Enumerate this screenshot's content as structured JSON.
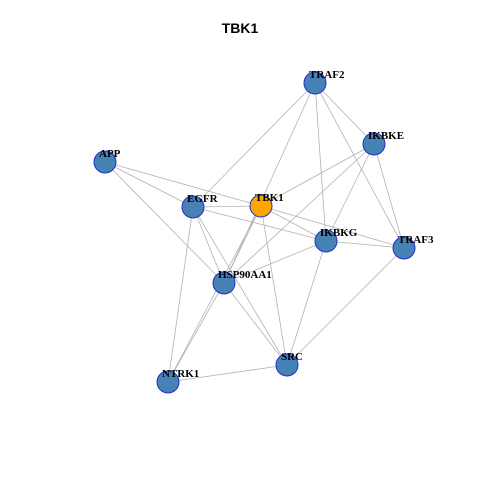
{
  "title": "TBK1",
  "colors": {
    "hub": "#FFA500",
    "node": "#4682B4",
    "node_border": "#1F2FCC",
    "edge": "#B3B3B3"
  },
  "nodes": [
    {
      "id": "TRAF2",
      "label": "TRAF2",
      "hub": false
    },
    {
      "id": "IKBKE",
      "label": "IKBKE",
      "hub": false
    },
    {
      "id": "APP",
      "label": "APP",
      "hub": false
    },
    {
      "id": "EGFR",
      "label": "EGFR",
      "hub": false
    },
    {
      "id": "TBK1",
      "label": "TBK1",
      "hub": true
    },
    {
      "id": "IKBKG",
      "label": "IKBKG",
      "hub": false
    },
    {
      "id": "TRAF3",
      "label": "TRAF3",
      "hub": false
    },
    {
      "id": "HSP90AA1",
      "label": "HSP90AA1",
      "hub": false
    },
    {
      "id": "SRC",
      "label": "SRC",
      "hub": false
    },
    {
      "id": "NTRK1",
      "label": "NTRK1",
      "hub": false
    }
  ],
  "edges": [
    [
      "TRAF2",
      "EGFR"
    ],
    [
      "TRAF2",
      "IKBKE"
    ],
    [
      "TRAF2",
      "TRAF3"
    ],
    [
      "TRAF2",
      "IKBKG"
    ],
    [
      "TRAF2",
      "HSP90AA1"
    ],
    [
      "IKBKE",
      "TBK1"
    ],
    [
      "IKBKE",
      "IKBKG"
    ],
    [
      "IKBKE",
      "TRAF3"
    ],
    [
      "IKBKE",
      "HSP90AA1"
    ],
    [
      "APP",
      "EGFR"
    ],
    [
      "APP",
      "TBK1"
    ],
    [
      "APP",
      "HSP90AA1"
    ],
    [
      "EGFR",
      "TBK1"
    ],
    [
      "EGFR",
      "IKBKG"
    ],
    [
      "EGFR",
      "HSP90AA1"
    ],
    [
      "EGFR",
      "NTRK1"
    ],
    [
      "EGFR",
      "SRC"
    ],
    [
      "TBK1",
      "IKBKG"
    ],
    [
      "TBK1",
      "TRAF3"
    ],
    [
      "TBK1",
      "HSP90AA1"
    ],
    [
      "TBK1",
      "SRC"
    ],
    [
      "TBK1",
      "NTRK1"
    ],
    [
      "IKBKG",
      "TRAF3"
    ],
    [
      "IKBKG",
      "HSP90AA1"
    ],
    [
      "IKBKG",
      "SRC"
    ],
    [
      "TRAF3",
      "SRC"
    ],
    [
      "HSP90AA1",
      "NTRK1"
    ],
    [
      "HSP90AA1",
      "SRC"
    ],
    [
      "SRC",
      "NTRK1"
    ]
  ]
}
